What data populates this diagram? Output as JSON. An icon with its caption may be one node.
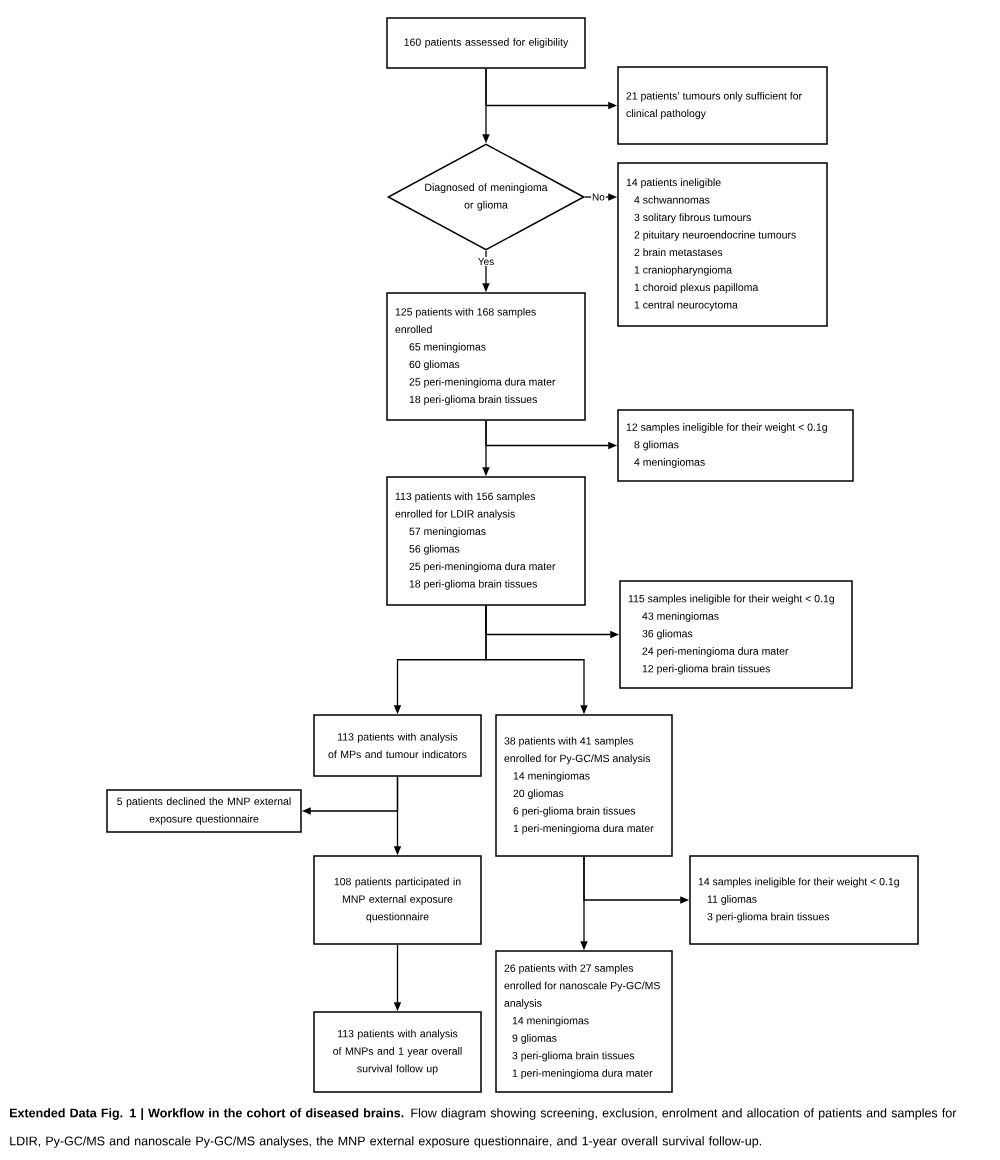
{
  "diagram": {
    "caption": "**Extended Data Fig. 1 | Workflow in the cohort of diseased brains.** Flow diagram showing screening, exclusion, enrolment and allocation of patients and samples for LDIR, Py-GC/MS and nanoscale Py-GC/MS analyses, the MNP external exposure questionnaire, and 1-year overall survival follow-up.",
    "nodes": [
      {
        "text": [
          "160 patients assessed for eligibility"
        ]
      },
      {
        "text": [
          "21 patients’ tumours only sufficient for clinical pathology"
        ]
      },
      {
        "text": [
          "Diagnosed of meningioma or glioma"
        ]
      },
      {
        "text": [
          "14 patients ineligible",
          "4 schwannomas",
          "3 solitary fibrous tumours",
          "2 pituitary neuroendocrine tumours",
          "2 brain metastases",
          "1 craniopharyngioma",
          "1 choroid plexus papilloma",
          "1 central neurocytoma"
        ]
      },
      {
        "text": [
          "125 patients with 168 samples enrolled",
          "65 meningiomas",
          "60 gliomas",
          "25 peri-meningioma dura mater",
          "18 peri-glioma brain tissues"
        ]
      },
      {
        "text": [
          "12 samples ineligible for their weight < 0.1g",
          "8 gliomas",
          "4 meningiomas"
        ]
      },
      {
        "text": [
          "113 patients with 156 samples enrolled for LDIR analysis",
          "57 meningiomas",
          "56 gliomas",
          "25 peri-meningioma dura mater",
          "18 peri-glioma brain tissues"
        ]
      },
      {
        "text": [
          "115 samples ineligible for their weight < 0.1g",
          "43 meningiomas",
          "36 gliomas",
          "24 peri-meningioma dura mater",
          "12 peri-glioma brain tissues"
        ]
      },
      {
        "text": [
          "113 patients with analysis of MPs and tumour indicators"
        ]
      },
      {
        "text": [
          "38 patients with 41 samples enrolled for Py-GC/MS analysis",
          "14 meningiomas",
          "20 gliomas",
          "6 peri-glioma brain tissues",
          "1 peri-meningioma dura mater"
        ]
      },
      {
        "text": [
          "5 patients declined the MNP external exposure questionnaire"
        ]
      },
      {
        "text": [
          "108 patients participated in MNP external exposure questionnaire"
        ]
      },
      {
        "text": [
          "14 samples ineligible for their weight < 0.1g",
          "11 gliomas",
          "3 peri-glioma brain tissues"
        ]
      },
      {
        "text": [
          "26 patients with 27 samples enrolled for nanoscale Py-GC/MS analysis",
          "14 meningiomas",
          "9 gliomas",
          "3 peri-glioma brain tissues",
          "1 peri-meningioma dura mater"
        ]
      },
      {
        "text": [
          "113 patients with analysis of MNPs and 1 year overall survival follow up"
        ]
      }
    ],
    "edges": [
      {
        "from": 0,
        "to": 2,
        "arrow": "to"
      },
      {
        "from": 0,
        "to": 1,
        "arrow": "to"
      },
      {
        "from": 2,
        "to": 3,
        "arrow": "to",
        "label": "No"
      },
      {
        "from": 2,
        "to": 4,
        "arrow": "to",
        "label": "Yes"
      },
      {
        "from": 4,
        "to": 6,
        "arrow": "to"
      },
      {
        "from": 4,
        "to": 5,
        "arrow": "to"
      },
      {
        "from": 6,
        "to": 7,
        "arrow": "to"
      },
      {
        "from": 6,
        "to": 8,
        "arrow": "to"
      },
      {
        "from": 6,
        "to": 9,
        "arrow": "to"
      },
      {
        "from": 8,
        "to": 11,
        "arrow": "to"
      },
      {
        "from": 8,
        "to": 10,
        "arrow": "to"
      },
      {
        "from": 11,
        "to": 14,
        "arrow": "to"
      },
      {
        "from": 9,
        "to": 13,
        "arrow": "to"
      },
      {
        "from": 9,
        "to": 12,
        "arrow": "to"
      }
    ]
  }
}
